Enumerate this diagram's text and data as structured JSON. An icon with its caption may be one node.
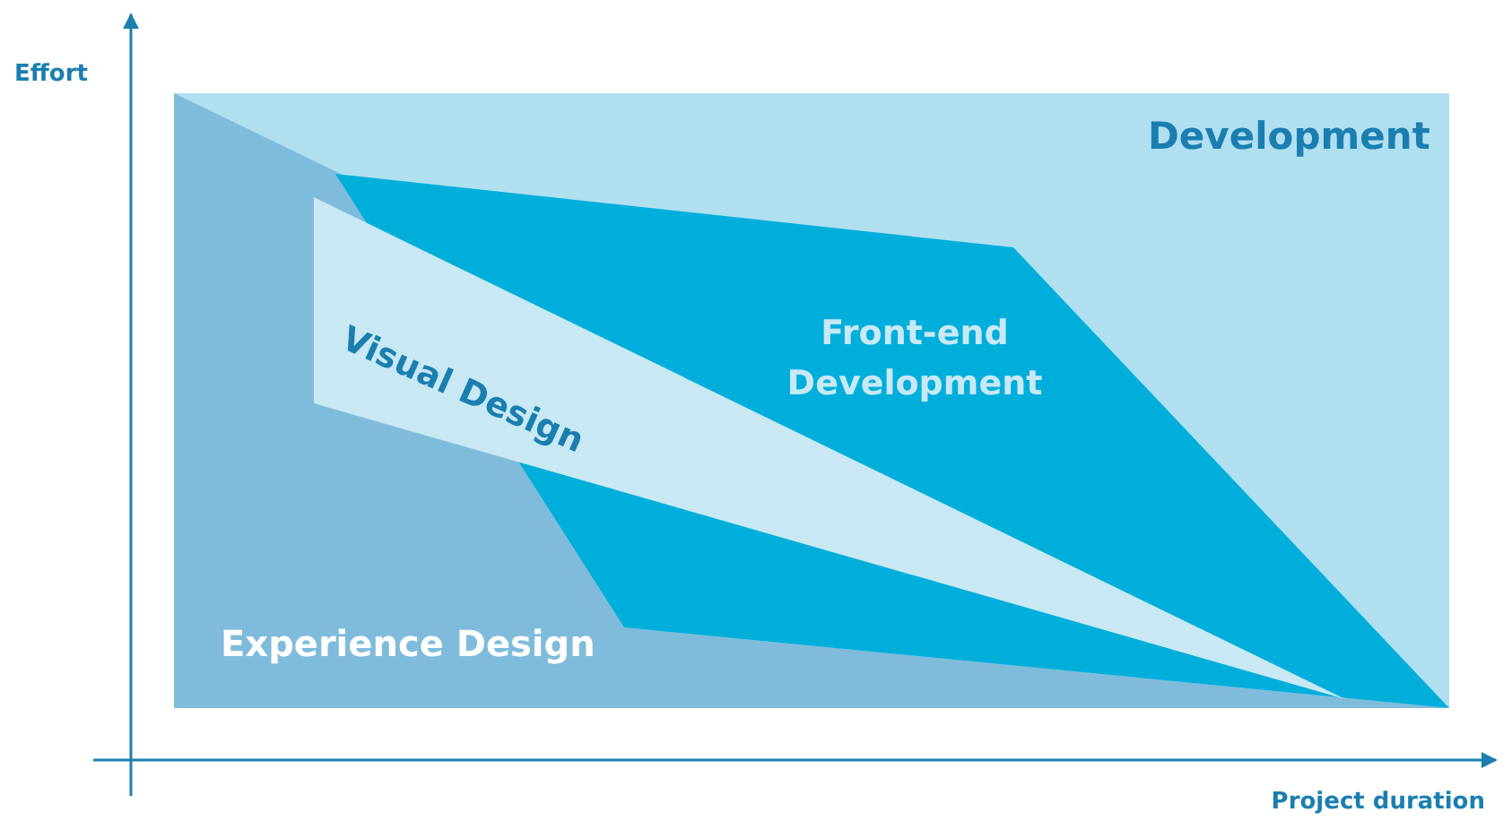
{
  "diagram": {
    "nodes": [
      {
        "text": [
          "Development"
        ]
      },
      {
        "text": [
          "Experience Design"
        ],
        "in": 0
      },
      {
        "text": [
          "Front-end Development"
        ],
        "in": 0
      },
      {
        "text": [
          "Visual Design"
        ],
        "in": 0
      }
    ],
    "labels": [
      "Effort",
      "Project duration"
    ]
  }
}
